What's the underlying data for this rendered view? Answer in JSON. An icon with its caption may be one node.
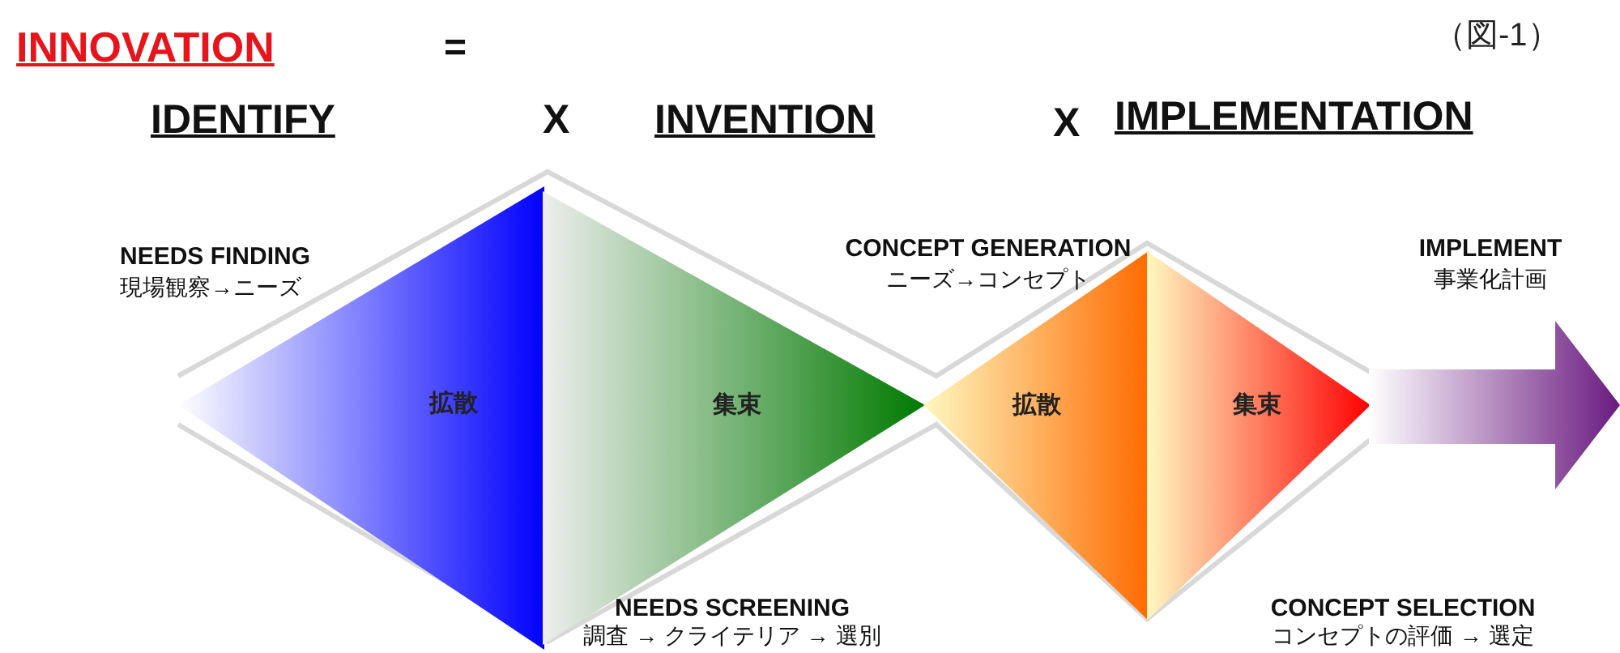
{
  "diagram": {
    "nodes": [
      {
        "text": [
          "拡散"
        ]
      },
      {
        "text": [
          "集束"
        ]
      },
      {
        "text": [
          "拡散"
        ]
      },
      {
        "text": [
          "集束"
        ]
      },
      {
        "text": [],
        "shape": "arrow"
      }
    ],
    "labels": [
      "INNOVATION",
      "=",
      "IDENTIFY",
      "X",
      "INVENTION",
      "X",
      "IMPLEMENTATION",
      "（図-1）",
      "NEEDS FINDING",
      "現場観察→ニーズ",
      "CONCEPT GENERATION",
      "ニーズ→コンセプト",
      "IMPLEMENT",
      "事業化計画",
      "NEEDS SCREENING",
      "調査 → クライテリア → 選別",
      "CONCEPT SELECTION",
      "コンセプトの評価 → 選定"
    ]
  }
}
